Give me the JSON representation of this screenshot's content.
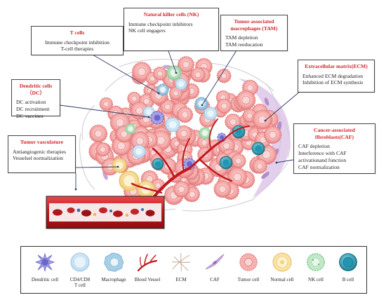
{
  "callouts": {
    "nk": {
      "title": "Natural killer cells (NK)",
      "lines": [
        "Immune checkpoint inhibitors",
        "NK cell engagers"
      ]
    },
    "tcells": {
      "title": "T cells",
      "lines": [
        "Immune checkpoint inhibition",
        "T-cell therapies"
      ]
    },
    "tam": {
      "title": "Tumor-associated macrophages (TAM)",
      "lines": [
        "TAM depletion",
        "TAM reeducation"
      ]
    },
    "dc": {
      "title": "Dendritic cells（DC）",
      "lines": [
        "DC activation",
        "DC recruitment",
        "DC vaccines"
      ]
    },
    "ecm": {
      "title": "Extracellular matrix(ECM)",
      "lines": [
        "Enhanced ECM degradation",
        "Inhibition of ECM synthesis"
      ]
    },
    "vasculature": {
      "title": "Tumor vasculature",
      "lines": [
        "Antiangiogenic therapies",
        "Vesselsel normalization"
      ]
    },
    "caf": {
      "title": "Cancer-associated fibroblasts(CAF)",
      "lines": [
        "CAF depletion",
        "Interference with CAF",
        "activationand function",
        "CAF normalization"
      ]
    }
  },
  "legend": [
    {
      "icon": "dendritic-cell-icon",
      "label": "Dendritic cell"
    },
    {
      "icon": "t-cell-icon",
      "label": "CD4/CD8\nT cell"
    },
    {
      "icon": "macrophage-icon",
      "label": "Macrophage"
    },
    {
      "icon": "blood-vessel-icon",
      "label": "Blood Vessel"
    },
    {
      "icon": "ecm-icon",
      "label": "ECM"
    },
    {
      "icon": "caf-icon",
      "label": "CAF"
    },
    {
      "icon": "tumor-cell-icon",
      "label": "Tumor cell"
    },
    {
      "icon": "normal-cell-icon",
      "label": "Normal cell"
    },
    {
      "icon": "nk-cell-icon",
      "label": "NK cell"
    },
    {
      "icon": "b-cell-icon",
      "label": "B cell"
    }
  ],
  "colors": {
    "title_red": "#d1262b",
    "tumor_pink": "#f29a9a",
    "vessel_red": "#c0171c",
    "caf_purple": "#c9a6d9",
    "t_cell_blue": "#cfe6f5",
    "b_cell_teal": "#1e8aa3",
    "nk_green": "#bfe3c4",
    "normal_yellow": "#f6dfa0",
    "macrophage_blue": "#8fc0dc",
    "dendritic_purple": "#8a86d6"
  }
}
